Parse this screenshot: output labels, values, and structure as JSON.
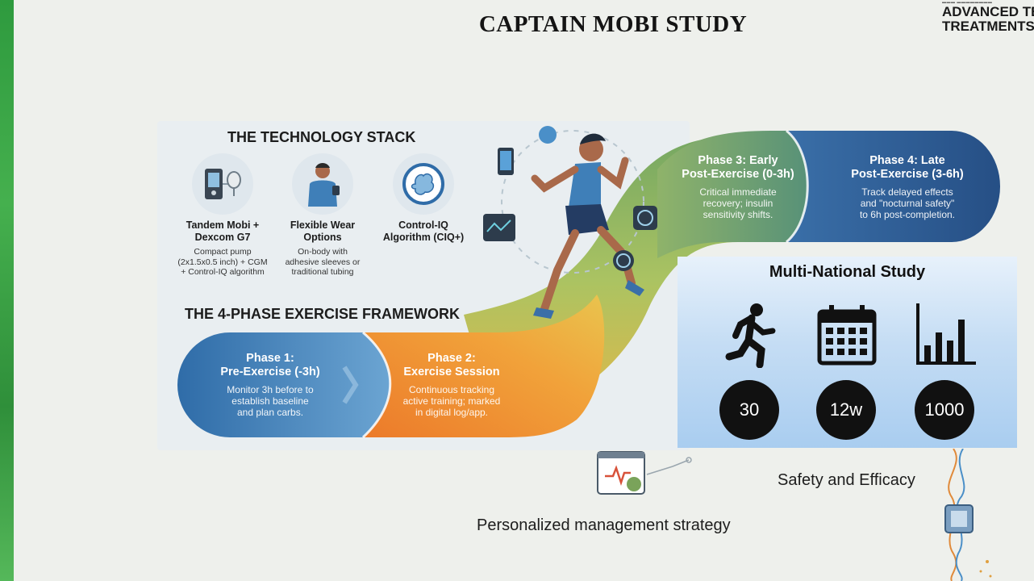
{
  "slide": {
    "title": "CAPTAIN MOBI STUDY",
    "logo_line1": "ADVANCED TEC",
    "logo_line2": "TREATMENTS F"
  },
  "technology_stack": {
    "heading": "THE TECHNOLOGY STACK",
    "items": [
      {
        "name_line1": "Tandem Mobi +",
        "name_line2": "Dexcom G7",
        "desc_line1": "Compact pump",
        "desc_line2": "(2x1.5x0.5 inch) + CGM",
        "desc_line3": "+ Control-IQ algorithm",
        "icon": "insulin-pump-icon"
      },
      {
        "name_line1": "Flexible Wear",
        "name_line2": "Options",
        "desc_line1": "On-body with",
        "desc_line2": "adhesive sleeves or",
        "desc_line3": "traditional tubing",
        "icon": "wearer-icon"
      },
      {
        "name_line1": "Control-IQ",
        "name_line2": "Algorithm (CIQ+)",
        "desc_line1": "",
        "desc_line2": "",
        "desc_line3": "",
        "icon": "brain-chip-icon"
      }
    ]
  },
  "framework": {
    "heading": "THE 4-PHASE EXERCISE FRAMEWORK",
    "phases": [
      {
        "name_line1": "Phase 1:",
        "name_line2": "Pre-Exercise (-3h)",
        "desc_line1": "Monitor 3h before to",
        "desc_line2": "establish baseline",
        "desc_line3": "and plan carbs.",
        "color": "#3f7fb8"
      },
      {
        "name_line1": "Phase 2:",
        "name_line2": "Exercise Session",
        "desc_line1": "Continuous tracking",
        "desc_line2": "active training; marked",
        "desc_line3": "in digital log/app.",
        "color": "#ef8f2e"
      },
      {
        "name_line1": "Phase 3: Early",
        "name_line2": "Post-Exercise (0-3h)",
        "desc_line1": "Critical immediate",
        "desc_line2": "recovery; insulin",
        "desc_line3": "sensitivity shifts.",
        "color": "#7ba85a"
      },
      {
        "name_line1": "Phase 4: Late",
        "name_line2": "Post-Exercise (3-6h)",
        "desc_line1": "Track delayed effects",
        "desc_line2": "and \"nocturnal safety\"",
        "desc_line3": "to 6h post-completion.",
        "color": "#2f5f94"
      }
    ]
  },
  "study": {
    "heading": "Multi-National  Study",
    "stats": [
      {
        "value": "30",
        "icon": "runner-icon"
      },
      {
        "value": "12w",
        "icon": "calendar-icon"
      },
      {
        "value": "1000",
        "icon": "bar-chart-icon"
      }
    ]
  },
  "captions": {
    "safety": "Safety and Efficacy",
    "strategy": "Personalized management strategy"
  }
}
